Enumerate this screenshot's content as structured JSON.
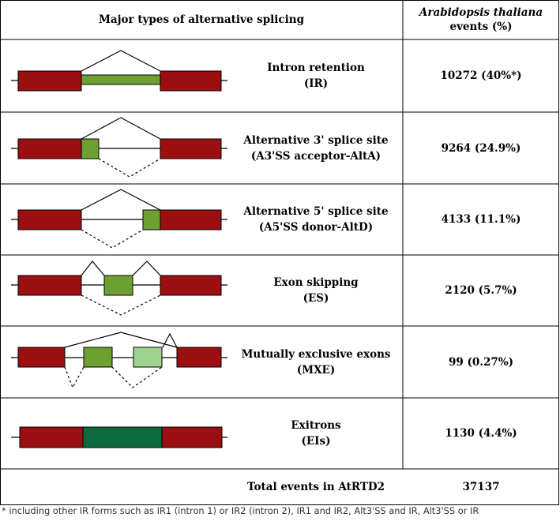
{
  "header": {
    "col1": "Major types of alternative splicing",
    "col2_line1": "Arabidopsis thaliana",
    "col2_line2": "events (%)"
  },
  "rows": [
    {
      "name": "Intron retention",
      "abbr": "(IR)",
      "count": "10272 (40%*)"
    },
    {
      "name": "Alternative 3' splice site",
      "abbr": "(A3'SS acceptor-AltA)",
      "count": "9264 (24.9%)"
    },
    {
      "name": "Alternative 5' splice site",
      "abbr": "(A5'SS donor-AltD)",
      "count": "4133 (11.1%)"
    },
    {
      "name": "Exon skipping",
      "abbr": "(ES)",
      "count": "2120 (5.7%)"
    },
    {
      "name": "Mutually exclusive exons",
      "abbr": "(MXE)",
      "count": "99 (0.27%)"
    },
    {
      "name": "Exitrons",
      "abbr": "(EIs)",
      "count": "1130 (4.4%)"
    }
  ],
  "total": {
    "label": "Total events in AtRTD2",
    "count": "37137"
  },
  "footnote": "* including other IR forms such as IR1 (intron 1) or IR2 (intron 2), IR1 and IR2, Alt3'SS and IR, Alt3'SS or IR",
  "colors": {
    "exon": "#9b0f10",
    "alt_exon": "#6e9f31",
    "mxe_light": "#9fd28f",
    "exitron": "#0d6a3d",
    "border": "#000000"
  }
}
